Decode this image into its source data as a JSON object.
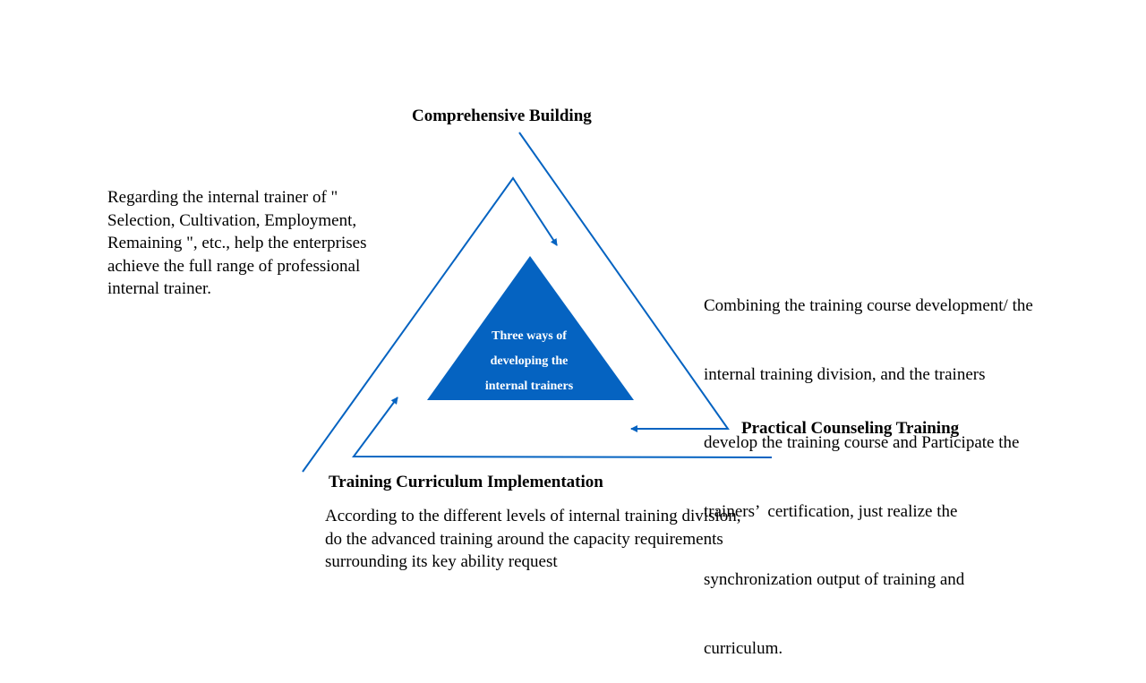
{
  "center": {
    "lines": [
      "Three ways of",
      "developing the",
      "internal trainers"
    ]
  },
  "headings": {
    "top": "Comprehensive Building",
    "right": "Practical Counseling Training",
    "bottom": "Training Curriculum Implementation"
  },
  "descriptions": {
    "left": [
      "Regarding the internal trainer of \"",
      "Selection, Cultivation, Employment,",
      "Remaining \", etc., help the enterprises",
      "achieve the full range of professional",
      "internal trainer."
    ],
    "right": [
      "Combining the training course development/ the",
      "internal training division, and the trainers",
      "develop the training course and Participate the",
      "trainers’  certification, just realize the",
      "synchronization output of training and",
      "curriculum."
    ],
    "bottom": [
      "According to the different levels of internal training division,",
      "do the advanced training around the capacity requirements",
      "surrounding its key ability request"
    ]
  },
  "colors": {
    "accent": "#0563C1"
  }
}
